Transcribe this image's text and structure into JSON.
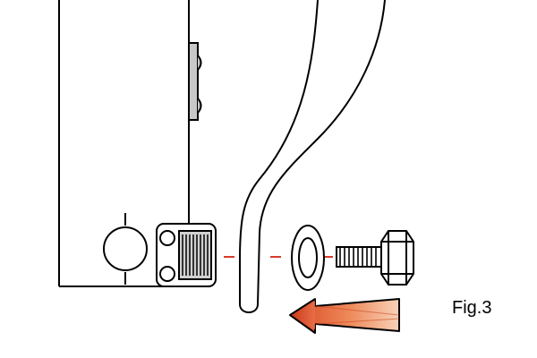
{
  "figure": {
    "label": "Fig.3"
  },
  "colors": {
    "line": "#000000",
    "bracket_fill": "#c8c8c8",
    "guide_dash": "#d93a2b",
    "arrow_light": "#f6c7a8",
    "arrow_dark": "#d9451f"
  },
  "parts": {
    "icons": [
      "frame-panel",
      "mounting-bracket",
      "clamp-ring",
      "slotted-block",
      "leg-bracket",
      "washer",
      "bolt",
      "arrow-left-icon"
    ]
  }
}
